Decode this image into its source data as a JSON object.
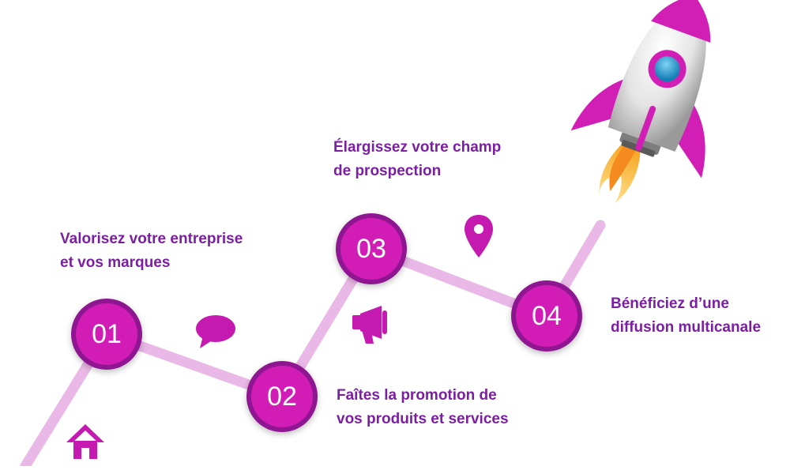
{
  "steps": [
    {
      "number": "01",
      "text": "Valorisez votre entreprise\net vos marques"
    },
    {
      "number": "02",
      "text": "Faîtes la promotion de\nvos produits et services"
    },
    {
      "number": "03",
      "text": "Élargissez votre champ\nde prospection"
    },
    {
      "number": "04",
      "text": "Bénéficiez d’une\ndiffusion multicanale"
    }
  ],
  "icons": [
    "home-icon",
    "speech-bubble-icon",
    "megaphone-icon",
    "map-pin-icon",
    "rocket-icon"
  ],
  "colors": {
    "accent": "#d11fb6",
    "accent_dark": "#8e1291",
    "path": "#e9b8e6",
    "text": "#7b1fa2",
    "flame": "#f58a1f",
    "porthole": "#1fa2d9"
  }
}
